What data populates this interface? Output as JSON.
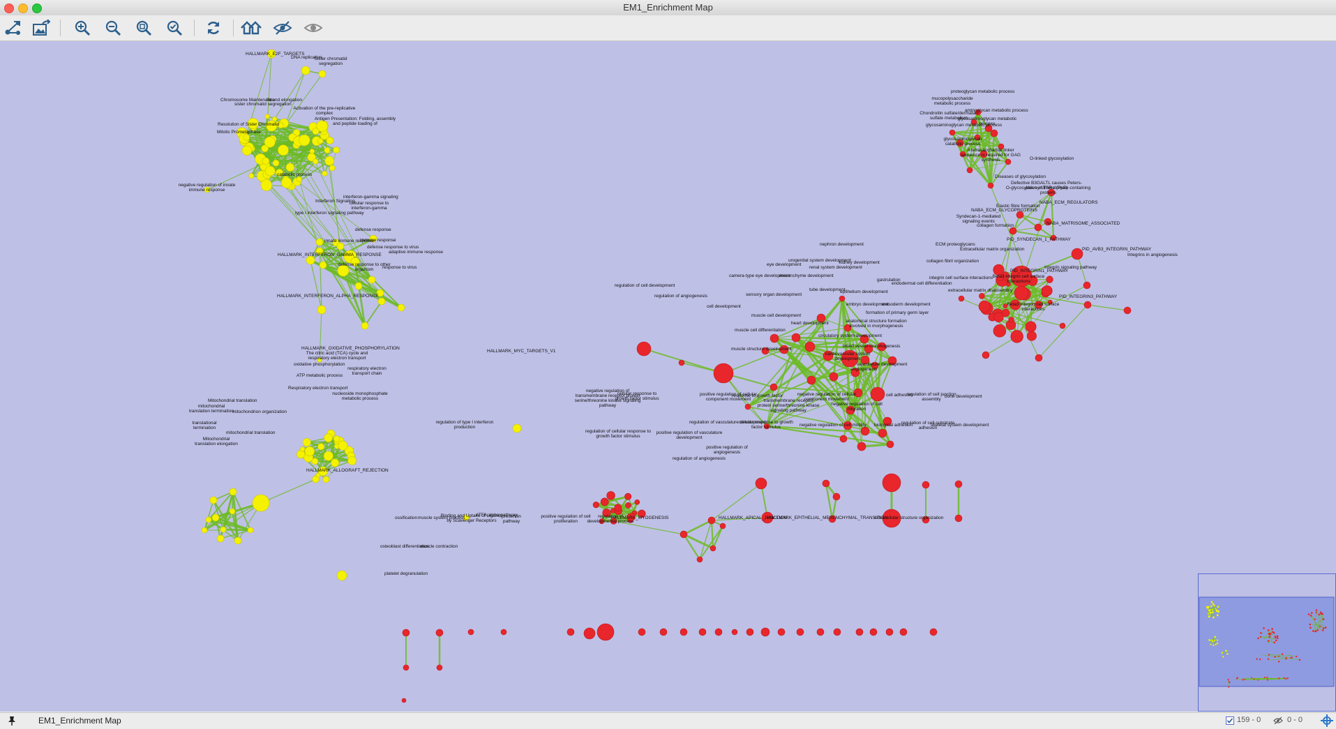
{
  "window": {
    "title": "EM1_Enrichment Map"
  },
  "toolbar": {
    "buttons": [
      {
        "name": "share-network-icon"
      },
      {
        "name": "export-image-icon"
      },
      {
        "name": "zoom-in-icon"
      },
      {
        "name": "zoom-out-icon"
      },
      {
        "name": "zoom-selected-icon"
      },
      {
        "name": "zoom-fit-icon"
      },
      {
        "name": "refresh-icon"
      },
      {
        "name": "home-icon"
      },
      {
        "name": "hide-selected-icon"
      },
      {
        "name": "show-all-icon"
      }
    ]
  },
  "colors": {
    "canvas": "#bfc0e6",
    "node_up": "#f4f200",
    "node_down": "#e8262b",
    "edge": "#6cbb24"
  },
  "network": {
    "labels": {
      "l1": "HALLMARK_E2F_TARGETS",
      "l2": "DNA replication",
      "l3": "Sister chromatid segregation",
      "l4": "Chromosome Maintenance",
      "l5": "sister chromatid segregation",
      "l6": "Strand elongation",
      "l7": "Activation of the pre-replicative complex",
      "l8": "Antigen Presentation: Folding, assembly and peptide loading of",
      "l9": "Resolution of Sister Chromatid",
      "l10": "Mitotic Prometaphase",
      "l11": "negative regulation of innate immune response",
      "l12": "catabolic process",
      "l13": "interferon-gamma signaling",
      "l14": "cellular response to interferon-gamma",
      "l15": "Interferon Signaling",
      "l16": "type I interferon signaling pathway",
      "l17": "defense response",
      "l18": "innate immune response",
      "l19": "immune response",
      "l20": "defense response to virus",
      "l21": "adaptive immune response",
      "l22": "HALLMARK_INTERFERON_GAMMA_RESPONSE",
      "l23": "defense response to other organism",
      "l24": "response to virus",
      "l25": "HALLMARK_INTERFERON_ALPHA_RESPONSE",
      "l26": "HALLMARK_OXIDATIVE_PHOSPHORYLATION",
      "l27": "The citric acid (TCA) cycle and respiratory electron transport",
      "l28": "oxidative phosphorylation",
      "l29": "ATP metabolic process",
      "l30": "Respiratory electron transport",
      "l31": "respiratory electron transport chain",
      "l32": "nucleoside monophosphate metabolic process",
      "l33": "Mitochondrial translation",
      "l34": "mitochondrial translation termination",
      "l35": "mitochondrion organization",
      "l36": "translational termination",
      "l37": "Mitochondrial translation elongation",
      "l38": "mitochondrial translation",
      "l39": "HALLMARK_ALLOGRAFT_REJECTION",
      "l40": "HALLMARK_MYC_TARGETS_V1",
      "l41": "regulation of type I interferon production",
      "l42": "regulation of cell development",
      "l43": "regulation of angiogenesis",
      "l44": "cell development",
      "l45": "muscle cell development",
      "l46": "muscle cell differentiation",
      "l47": "muscle structure development",
      "l48": "camera-type eye development",
      "l49": "eye development",
      "l50": "urogenital system development",
      "l51": "nephron development",
      "l52": "kidney development",
      "l53": "renal system development",
      "l54": "mesenchyme development",
      "l55": "sensory organ development",
      "l56": "tube development",
      "l57": "epithelium development",
      "l58": "gastrulation",
      "l59": "endodermal cell differentiation",
      "l60": "embryo development",
      "l61": "mesoderm development",
      "l62": "formation of primary germ layer",
      "l63": "heart development",
      "l64": "anatomical structure formation involved in morphogenesis",
      "l65": "circulatory system development",
      "l66": "blood vessel morphogenesis",
      "l67": "cardiovascular system development",
      "l68": "vasculature development",
      "l69": "angiogenesis",
      "l70": "proteoglycan metabolic process",
      "l71": "mucopolysaccharide metabolic process",
      "l72": "Chondroitin sulfate/dermatan sulfate metabolism",
      "l73": "aminoglycan metabolic process",
      "l74": "glycosaminoglycan metabolic process",
      "l75": "glycosaminoglycan catabolic process",
      "l76": "A tetrasaccharide linker sequence is required for GAG synthesis",
      "l77": "O-linked glycosylation",
      "l78": "Diseases of glycosylation",
      "l79": "Defective B3GALTL causes Peters-plus syndrome (PpS)",
      "l80": "O-glycosylation of TSR domain-containing proteins",
      "l81": "NABA_ECM_REGULATORS",
      "l82": "Elastic fibre formation",
      "l83": "NABA_ECM_GLYCOPROTEINS",
      "l84": "Syndecan-1-mediated signaling events",
      "l85": "collagen formation",
      "l86": "NABA_MATRISOME_ASSOCIATED",
      "l87": "PID_SYNDECAN_1_PATHWAY",
      "l88": "ECM proteoglycans",
      "l89": "Extracellular matrix organization",
      "l90": "PID_AVB3_INTEGRIN_PATHWAY",
      "l91": "integrin cell surface interactions",
      "l92": "PID_INTEGRIN1_PATHWAY",
      "l93": "Beta3 integrin cell surface interactions",
      "l94": "extracellular matrix disassembly",
      "l95": "PID_INTEGRIN3_PATHWAY",
      "l96": "Beta3 integrin cell surface interactions",
      "l97": "Integrin signaling pathway",
      "l98": "Integrins in angiogenesis",
      "l99": "collagen fibril organization",
      "l100": "negative regulation of transmembrane receptor protein serine/threonine kinase signaling pathway",
      "l101": "cellular response to growth factor stimulus",
      "l102": "regulation of cellular response to growth factor stimulus",
      "l103": "positive regulation of vasculature development",
      "l104": "positive regulation of angiogenesis",
      "l105": "regulation of angiogenesis",
      "l106": "positive regulation of cellular component movement",
      "l107": "response to growth factor",
      "l108": "transmembrane receptor protein serine/threonine kinase signaling pathway",
      "l109": "regulation of vasculature development",
      "l110": "cellular response to growth factor stimulus",
      "l111": "negative regulation of cellular component movement",
      "l112": "negative regulation of cell migration",
      "l113": "negative regulation of cell motility",
      "l114": "cell adhesion",
      "l115": "biological adhesion",
      "l116": "regulation of cell junction assembly",
      "l117": "regulation of cell-substrate adhesion",
      "l118": "bone development",
      "l119": "skeletal system development",
      "l120": "ossification",
      "l121": "muscle system process",
      "l122": "Binding and Uptake of Ligands by Scavenger Receptors",
      "l123": "ATF6-alpha pathway",
      "l124": "presenilin pathway",
      "l125": "positive regulation of cell proliferation",
      "l126": "regulation of developmental process",
      "l127": "HALLMARK_MYOGENESIS",
      "l128": "HALLMARK_EPITHELIAL_MESENCHYMAL_TRANSITION",
      "l129": "HALLMARK_APICAL_JUNCTION",
      "l130": "osteoblast differentiation",
      "l131": "muscle contraction",
      "l132": "platelet degranulation",
      "l133": "extracellular structure organization"
    }
  },
  "status": {
    "network_name": "EM1_Enrichment Map",
    "selected_counts": "159 - 0",
    "hidden_counts": "0 - 0"
  }
}
